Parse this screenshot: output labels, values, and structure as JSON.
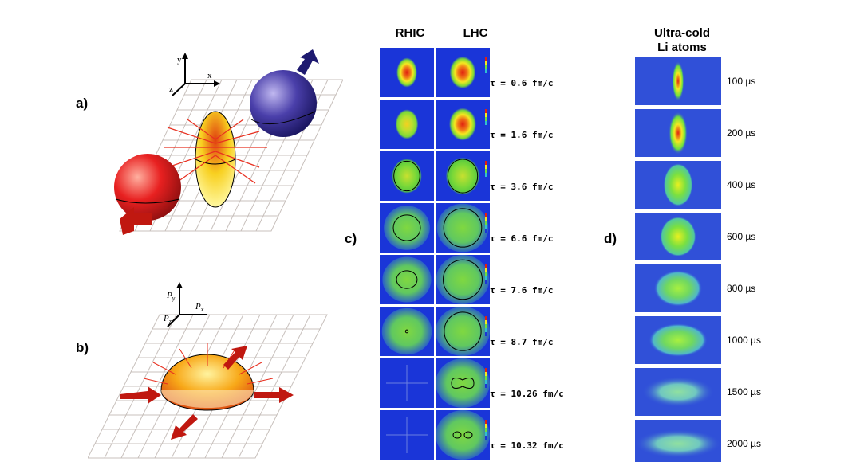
{
  "panels": {
    "a": {
      "label": "a)",
      "axes": {
        "y": "y",
        "x": "x",
        "z": "z"
      }
    },
    "b": {
      "label": "b)",
      "axes": {
        "py_base": "P",
        "py_sub": "y",
        "px_base": "P",
        "px_sub": "x",
        "pz_base": "P",
        "pz_sub": "z"
      }
    },
    "c": {
      "label": "c)",
      "columns": [
        "RHIC",
        "LHC"
      ],
      "rows": [
        {
          "tau": "τ = 0.6 fm/c",
          "rhic_rx": 0.38,
          "rhic_ry": 0.6,
          "lhc_rx": 0.48,
          "lhc_ry": 0.65,
          "rhic_core": 0.9,
          "lhc_core": 1.0,
          "rhic_contour": null,
          "lhc_contour": null
        },
        {
          "tau": "τ = 1.6 fm/c",
          "rhic_rx": 0.42,
          "rhic_ry": 0.6,
          "lhc_rx": 0.5,
          "lhc_ry": 0.66,
          "rhic_core": 0.6,
          "lhc_core": 0.8,
          "rhic_contour": null,
          "lhc_contour": null
        },
        {
          "tau": "τ = 3.6 fm/c",
          "rhic_rx": 0.55,
          "rhic_ry": 0.7,
          "lhc_rx": 0.62,
          "lhc_ry": 0.75,
          "rhic_core": 0.25,
          "lhc_core": 0.35,
          "rhic_contour": [
            0.48,
            0.6
          ],
          "lhc_contour": [
            0.55,
            0.68
          ]
        },
        {
          "tau": "τ = 6.6 fm/c",
          "rhic_rx": 0.85,
          "rhic_ry": 0.9,
          "lhc_rx": 0.95,
          "lhc_ry": 0.98,
          "rhic_core": 0.0,
          "lhc_core": 0.0,
          "rhic_contour": [
            0.5,
            0.52
          ],
          "lhc_contour": [
            0.7,
            0.78
          ]
        },
        {
          "tau": "τ = 7.6 fm/c",
          "rhic_rx": 0.9,
          "rhic_ry": 0.92,
          "lhc_rx": 0.98,
          "lhc_ry": 1.0,
          "rhic_core": 0.0,
          "lhc_core": 0.0,
          "rhic_contour": [
            0.38,
            0.36
          ],
          "lhc_contour": [
            0.72,
            0.8
          ]
        },
        {
          "tau": "τ = 8.7 fm/c",
          "rhic_rx": 0.92,
          "rhic_ry": 0.94,
          "lhc_rx": 1.0,
          "lhc_ry": 1.0,
          "rhic_core": 0.0,
          "lhc_core": 0.0,
          "rhic_contour": [
            0.05,
            0.06
          ],
          "lhc_contour": [
            0.68,
            0.78
          ]
        },
        {
          "tau": "τ = 10.26 fm/c",
          "rhic_rx": 0.0,
          "rhic_ry": 0.0,
          "lhc_rx": 1.0,
          "lhc_ry": 1.0,
          "rhic_core": 0.0,
          "lhc_core": 0.0,
          "rhic_contour": null,
          "lhc_contour": "peanut"
        },
        {
          "tau": "τ = 10.32 fm/c",
          "rhic_rx": 0.0,
          "rhic_ry": 0.0,
          "lhc_rx": 1.0,
          "lhc_ry": 1.0,
          "rhic_core": 0.0,
          "lhc_core": 0.0,
          "rhic_contour": null,
          "lhc_contour": "two"
        }
      ]
    },
    "d": {
      "label": "d)",
      "title_line1": "Ultra-cold",
      "title_line2": "Li atoms",
      "rows": [
        {
          "time": "100 µs",
          "rx": 0.07,
          "ry": 0.42,
          "core": 1.0
        },
        {
          "time": "200 µs",
          "rx": 0.11,
          "ry": 0.45,
          "core": 0.9
        },
        {
          "time": "400 µs",
          "rx": 0.17,
          "ry": 0.45,
          "core": 0.7
        },
        {
          "time": "600 µs",
          "rx": 0.21,
          "ry": 0.42,
          "core": 0.3
        },
        {
          "time": "800 µs",
          "rx": 0.28,
          "ry": 0.38,
          "core": 0.05
        },
        {
          "time": "1000 µs",
          "rx": 0.34,
          "ry": 0.35,
          "core": 0.0
        },
        {
          "time": "1500 µs",
          "rx": 0.42,
          "ry": 0.32,
          "core": 0.0
        },
        {
          "time": "2000 µs",
          "rx": 0.5,
          "ry": 0.3,
          "core": 0.0
        }
      ]
    }
  },
  "colors": {
    "heat_blue": "#1a35d8",
    "heat_green": "#5dd838",
    "heat_yellow": "#f4e820",
    "heat_red": "#e02010",
    "grid": "#c8c0bc",
    "nucleus_red": "#e82020",
    "nucleus_blue": "#3a2f9a",
    "arrow_red": "#c01810"
  }
}
